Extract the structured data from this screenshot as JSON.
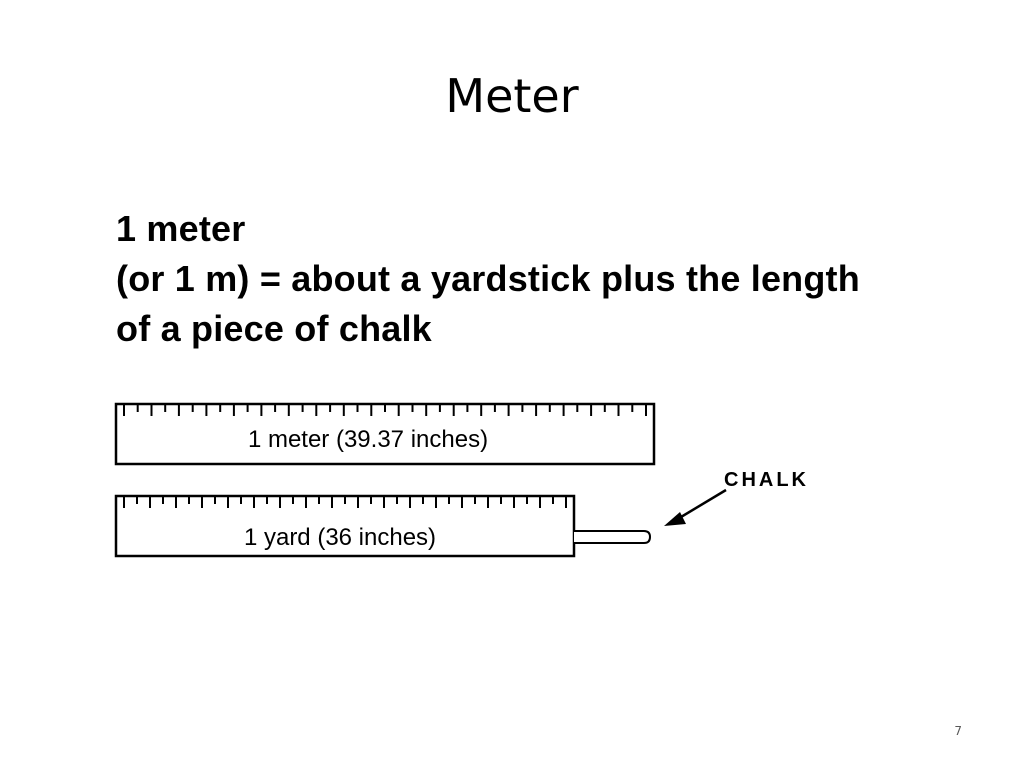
{
  "slide": {
    "title": "Meter",
    "page_number": "7"
  },
  "caption": {
    "line1": "1 meter",
    "line2": "(or 1 m) = about a yardstick plus the length",
    "line3": "of a piece of chalk"
  },
  "figure": {
    "meter_stick_label": "1 meter (39.37 inches)",
    "yardstick_label": "1 yard (36 inches)",
    "chalk_label": "CHALK"
  }
}
